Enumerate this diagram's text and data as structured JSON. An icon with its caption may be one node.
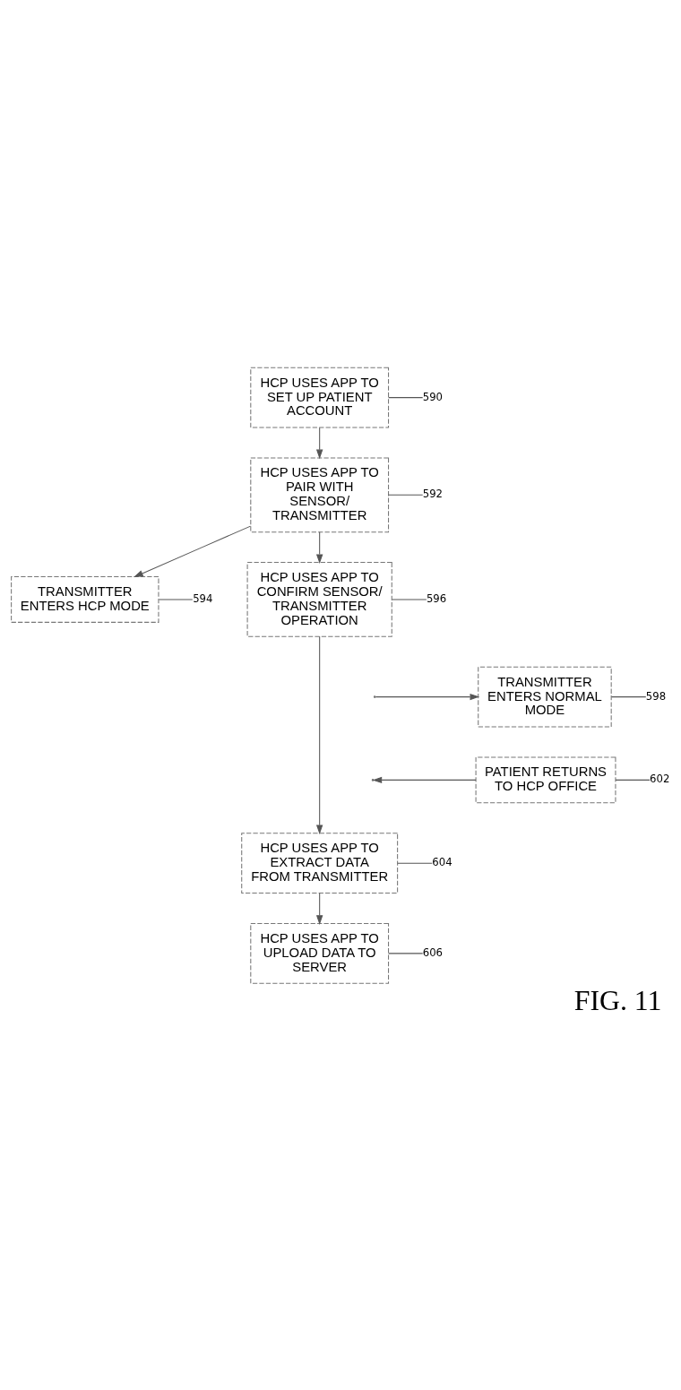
{
  "diagram": {
    "caption": "FIG. 11",
    "nodes": [
      {
        "text": [
          "HCP USES APP TO SET UP PATIENT ACCOUNT"
        ]
      },
      {
        "text": [
          "HCP USES APP TO PAIR WITH SENSOR/ TRANSMITTER"
        ]
      },
      {
        "text": [
          "TRANSMITTER ENTERS HCP MODE"
        ]
      },
      {
        "text": [
          "HCP USES APP TO CONFIRM SENSOR/ TRANSMITTER OPERATION"
        ]
      },
      {
        "text": [
          "TRANSMITTER ENTERS NORMAL MODE"
        ]
      },
      {
        "text": [
          "PATIENT RETURNS TO HCP OFFICE"
        ]
      },
      {
        "text": [
          "HCP USES APP TO EXTRACT DATA FROM TRANSMITTER"
        ]
      },
      {
        "text": [
          "HCP USES APP TO UPLOAD DATA TO SERVER"
        ]
      },
      {
        "text": [
          "590"
        ]
      },
      {
        "text": [
          "592"
        ]
      },
      {
        "text": [
          "594"
        ]
      },
      {
        "text": [
          "596"
        ]
      },
      {
        "text": [
          "598"
        ]
      },
      {
        "text": [
          "602"
        ]
      },
      {
        "text": [
          "604"
        ]
      },
      {
        "text": [
          "606"
        ]
      }
    ],
    "edges": [
      {
        "from": 0,
        "to": 1,
        "arrow": "to"
      },
      {
        "from": 1,
        "to": 3,
        "arrow": "to"
      },
      {
        "from": 1,
        "to": 2,
        "arrow": "to"
      },
      {
        "from": null,
        "to": 4,
        "arrow": "to"
      },
      {
        "from": 5,
        "to": null,
        "arrow": "to"
      },
      {
        "from": 3,
        "to": 6,
        "arrow": "to"
      },
      {
        "from": 6,
        "to": 7,
        "arrow": "to"
      },
      {
        "from": 8,
        "to": 0,
        "arrow": "none"
      },
      {
        "from": 9,
        "to": 1,
        "arrow": "none"
      },
      {
        "from": 10,
        "to": 2,
        "arrow": "none"
      },
      {
        "from": 11,
        "to": 3,
        "arrow": "none"
      },
      {
        "from": 12,
        "to": 4,
        "arrow": "none"
      },
      {
        "from": 13,
        "to": 5,
        "arrow": "none"
      },
      {
        "from": 14,
        "to": 6,
        "arrow": "none"
      },
      {
        "from": 15,
        "to": 7,
        "arrow": "none"
      }
    ]
  }
}
